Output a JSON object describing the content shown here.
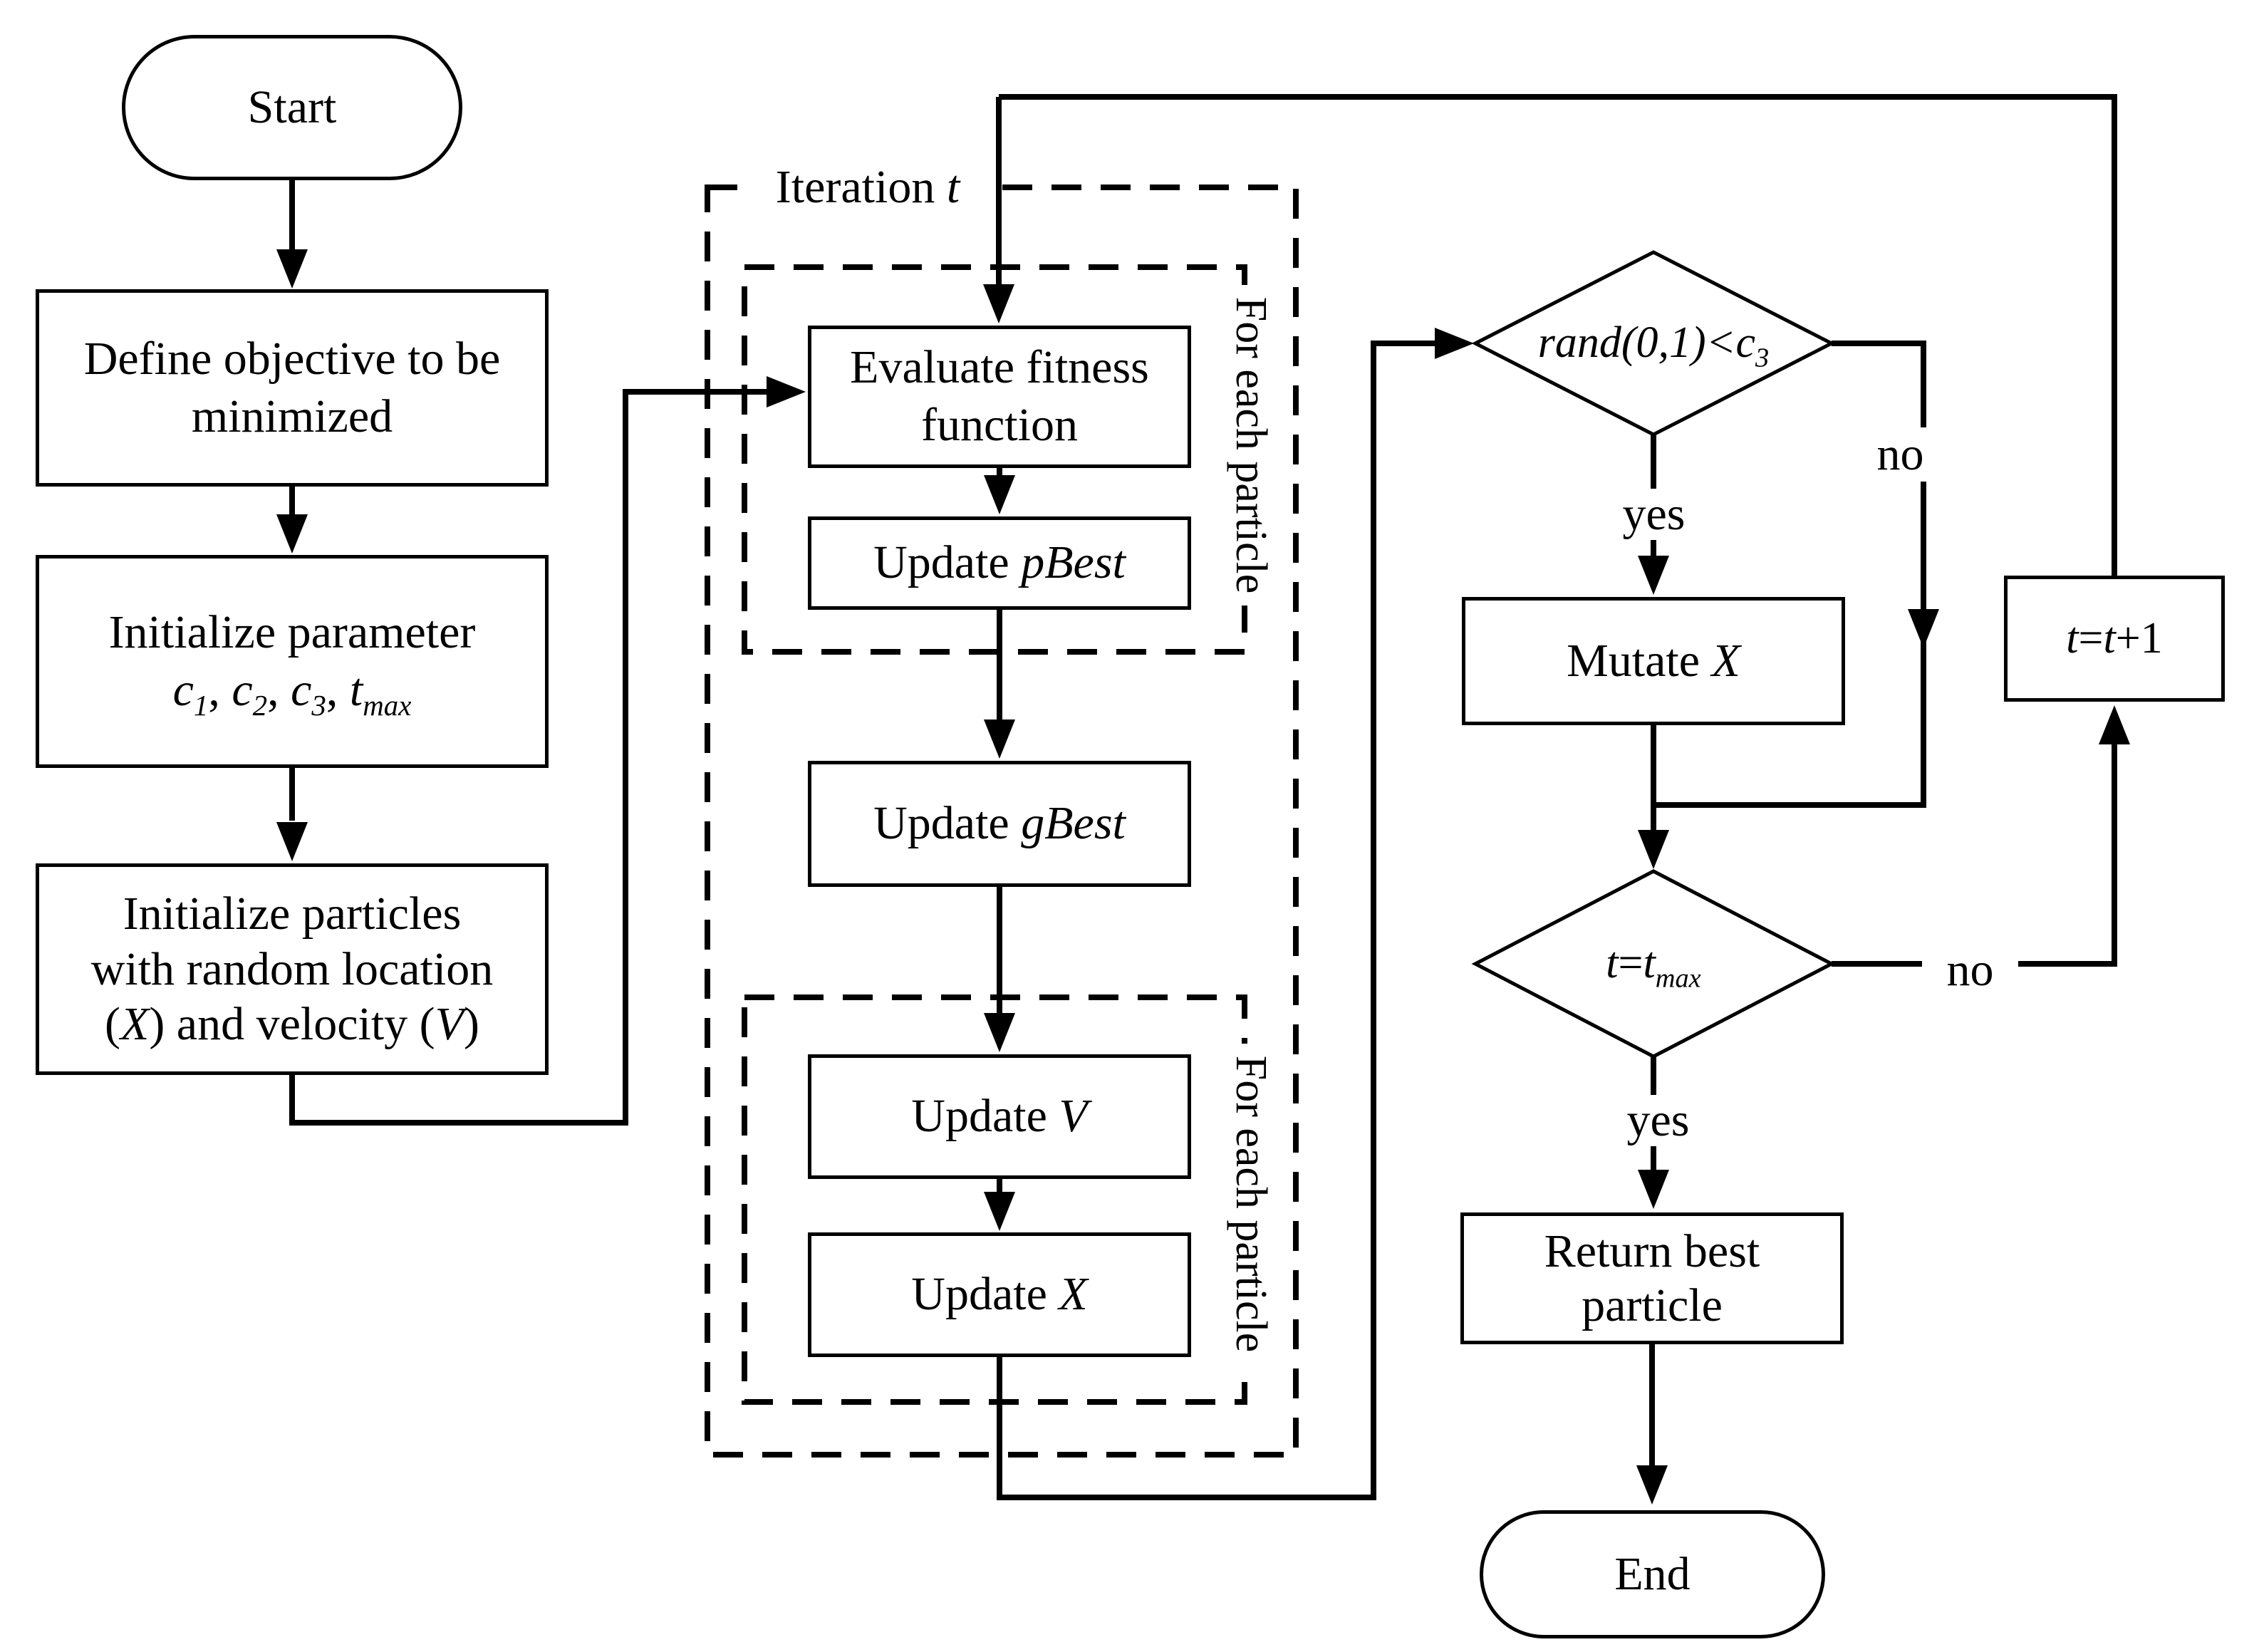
{
  "nodes": {
    "start": {
      "label": "Start"
    },
    "define_objective": {
      "line1": "Define objective to be",
      "line2": "minimized"
    },
    "init_param": {
      "line1": "Initialize parameter",
      "p1v": "c",
      "p1s": "1",
      "sep1": ", ",
      "p2v": "c",
      "p2s": "2",
      "sep2": ", ",
      "p3v": "c",
      "p3s": "3",
      "sep3": ", ",
      "p4v": "t",
      "p4s": "max"
    },
    "init_particles": {
      "line1": "Initialize particles",
      "line2": "with random location",
      "l3a": "(",
      "l3b": "X",
      "l3c": ") and velocity (",
      "l3d": "V",
      "l3e": ")"
    },
    "iteration_label": {
      "prefix": "Iteration ",
      "var": "t"
    },
    "for_each_particle_1": {
      "label": "For each particle"
    },
    "for_each_particle_2": {
      "label": "For each particle"
    },
    "evaluate_fitness": {
      "line1": "Evaluate fitness",
      "line2": "function"
    },
    "update_pbest": {
      "prefix": "Update ",
      "var": "pBest"
    },
    "update_gbest": {
      "prefix": "Update ",
      "var": "gBest"
    },
    "update_v": {
      "prefix": "Update ",
      "var": "V"
    },
    "update_x": {
      "prefix": "Update ",
      "var": "X"
    },
    "rand_decision": {
      "expr": "rand(0,1)<c",
      "sub": "3"
    },
    "mutate_x": {
      "prefix": "Mutate ",
      "var": "X"
    },
    "t_increment": {
      "a": "t",
      "b": "=",
      "c": "t",
      "d": "+1"
    },
    "tmax_decision": {
      "a": "t",
      "b": "=",
      "c": "t",
      "sub": "max"
    },
    "return_best": {
      "line1": "Return best",
      "line2": "particle"
    },
    "end": {
      "label": "End"
    }
  },
  "edges": {
    "yes1": "yes",
    "no1": "no",
    "yes2": "yes",
    "no2": "no"
  },
  "colors": {
    "stroke": "#000000",
    "background": "#ffffff"
  }
}
